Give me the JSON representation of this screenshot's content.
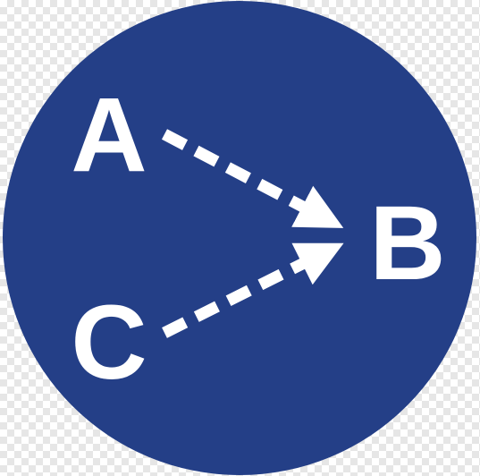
{
  "colors": {
    "circle_fill": "#243f87",
    "foreground": "#ffffff",
    "background_pattern": "checkerboard-transparency"
  },
  "nodes": {
    "a": {
      "label": "A"
    },
    "b": {
      "label": "B"
    },
    "c": {
      "label": "C"
    }
  },
  "edges": [
    {
      "from": "A",
      "to": "B",
      "style": "dashed-arrow"
    },
    {
      "from": "C",
      "to": "B",
      "style": "dashed-arrow"
    }
  ]
}
